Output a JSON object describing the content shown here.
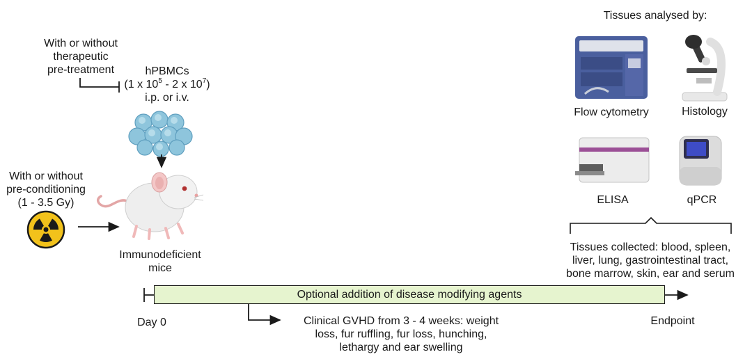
{
  "pretreatment": {
    "line1": "With or without",
    "line2": "therapeutic",
    "line3": "pre-treatment"
  },
  "hpbmc": {
    "title": "hPBMCs",
    "dose_prefix": "(1 x 10",
    "exp1": "5",
    "dose_mid": " - 2 x 10",
    "exp2": "7",
    "dose_suffix": ")",
    "route": "i.p. or i.v."
  },
  "preconditioning": {
    "line1": "With or without",
    "line2": "pre-conditioning",
    "line3": "(1 - 3.5 Gy)"
  },
  "mice": {
    "line1": "Immunodeficient",
    "line2": "mice"
  },
  "analysis": {
    "header": "Tissues analysed by:",
    "methods": [
      "Flow cytometry",
      "Histology",
      "ELISA",
      "qPCR"
    ]
  },
  "tissues_collected": {
    "line1": "Tissues collected: blood, spleen,",
    "line2": "liver, lung, gastrointestinal tract,",
    "line3": "bone marrow, skin, ear and serum"
  },
  "timeline": {
    "bar_label": "Optional addition of disease modifying agents",
    "start": "Day 0",
    "end": "Endpoint",
    "gvhd": {
      "line1": "Clinical GVHD from 3 - 4 weeks: weight",
      "line2": "loss, fur ruffling, fur loss, hunching,",
      "line3": "lethargy and ear swelling"
    }
  },
  "colors": {
    "bar_fill": "#e6f4cf",
    "cell_blue": "#8ec5dc",
    "radiation_yellow": "#f2c21b",
    "instrument_blue": "#4a5f9e",
    "elisa_purple": "#9b4f96"
  }
}
